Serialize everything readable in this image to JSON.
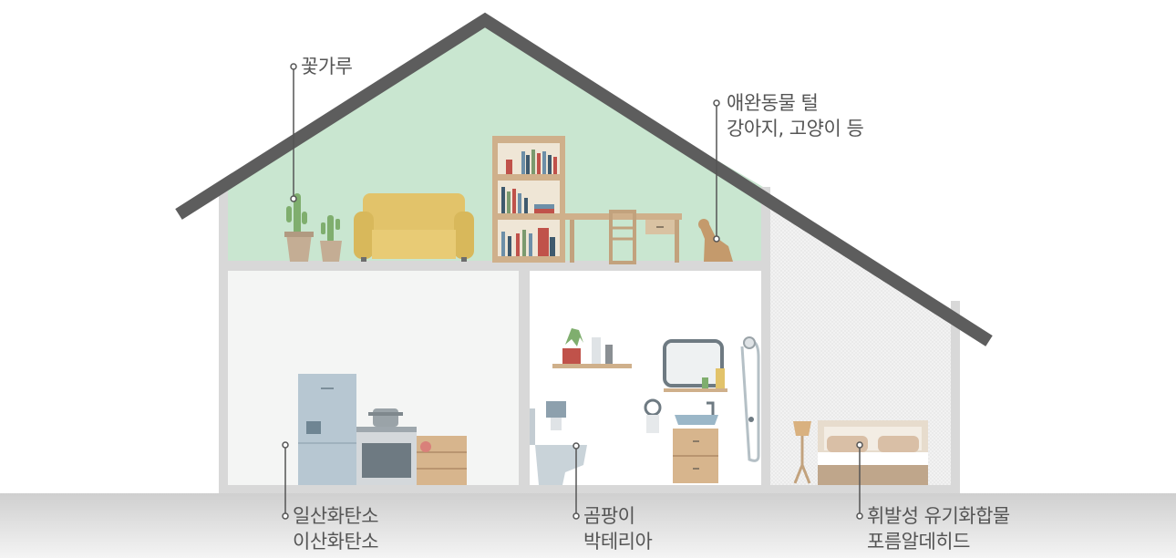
{
  "labels": {
    "pollen": {
      "lines": [
        "꽃가루"
      ]
    },
    "pet_hair": {
      "lines": [
        "애완동물 털",
        "강아지, 고양이 등"
      ]
    },
    "gas": {
      "lines": [
        "일산화탄소",
        "이산화탄소"
      ]
    },
    "mold": {
      "lines": [
        "곰팡이",
        "박테리아"
      ]
    },
    "voc": {
      "lines": [
        "휘발성 유기화합물",
        "포름알데히드"
      ]
    }
  },
  "colors": {
    "roof": "#5d5d5d",
    "wall": "#d8d8d8",
    "attic": "#c9e6d0",
    "room": "#f4f5f4",
    "ground": "#d2d2d2",
    "sofa": "#e2c36a",
    "wood": "#cfb08b",
    "fridge": "#b7c7d2",
    "callout": "#555555"
  }
}
